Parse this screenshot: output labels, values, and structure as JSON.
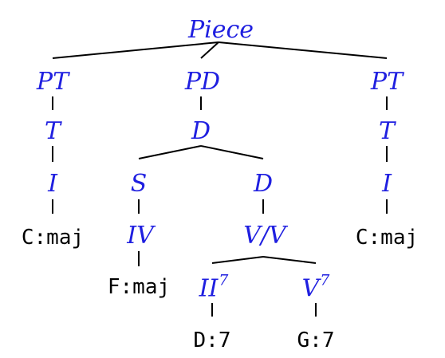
{
  "colors": {
    "category": "#1f1fe0",
    "leaf": "#000000",
    "edge": "#000000"
  },
  "tree": {
    "root": "Piece",
    "pt_left": "PT",
    "pd": "PD",
    "pt_right": "PT",
    "t_left": "T",
    "d_top": "D",
    "t_right": "T",
    "i_left": "I",
    "s": "S",
    "d_inner": "D",
    "i_right": "I",
    "leaf_cmaj_left": "C:maj",
    "iv": "IV",
    "vv": "V/V",
    "leaf_cmaj_right": "C:maj",
    "leaf_fmaj": "F:maj",
    "ii7": {
      "base": "II",
      "sup": "7"
    },
    "v7": {
      "base": "V",
      "sup": "7"
    },
    "leaf_d7": "D:7",
    "leaf_g7": "G:7"
  }
}
